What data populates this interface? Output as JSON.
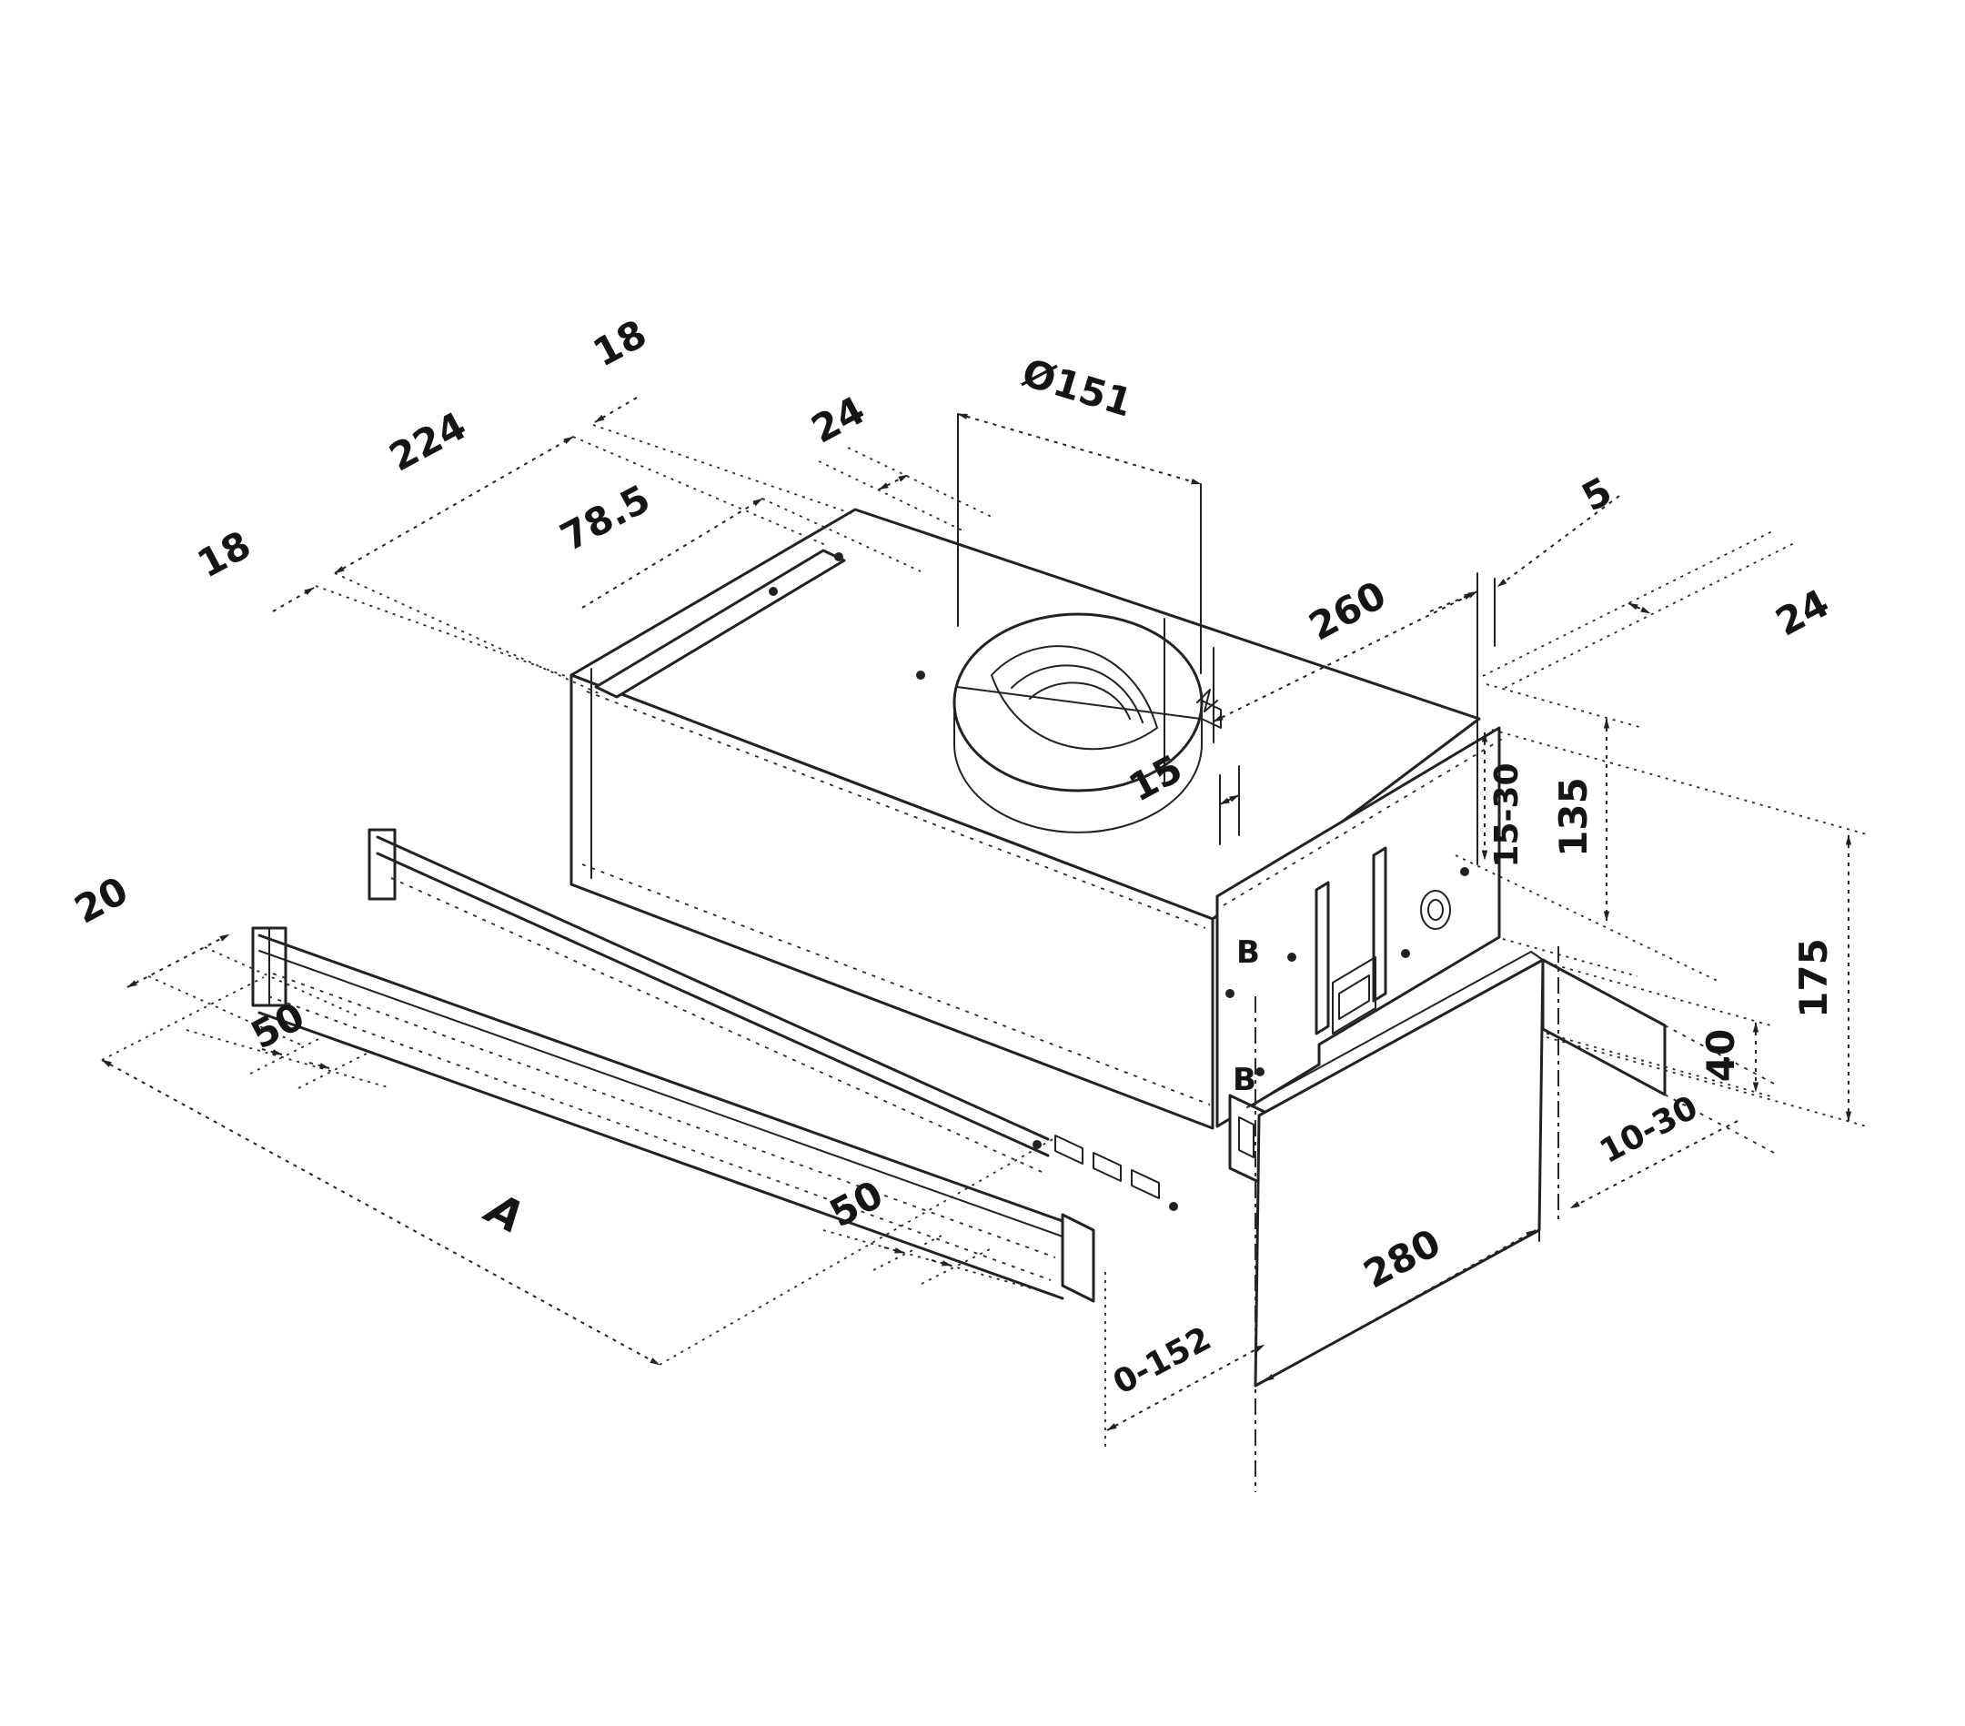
{
  "page": {
    "background_color": "#ffffff"
  },
  "drawing": {
    "subject": "Telescopic pull-out cooker hood installation dimension drawing (isometric line art)",
    "style": {
      "line_color": "#222222",
      "text_color": "#151515"
    },
    "dims": {
      "d18_top": {
        "label": "18"
      },
      "d224": {
        "label": "224"
      },
      "d18_left": {
        "label": "18"
      },
      "d78_5": {
        "label": "78.5"
      },
      "d24_top": {
        "label": "24"
      },
      "d151": {
        "label": "Ø151"
      },
      "d5": {
        "label": "5"
      },
      "d260": {
        "label": "260"
      },
      "d15": {
        "label": "15"
      },
      "d24_right": {
        "label": "24"
      },
      "d15_30": {
        "label": "15-30"
      },
      "d135": {
        "label": "135"
      },
      "d175": {
        "label": "175"
      },
      "d40": {
        "label": "40"
      },
      "d10_30": {
        "label": "10-30"
      },
      "d280": {
        "label": "280"
      },
      "d0_152": {
        "label": "0-152"
      },
      "d50_left": {
        "label": "50"
      },
      "d50_center": {
        "label": "50"
      },
      "d20": {
        "label": "20"
      },
      "dA": {
        "label": "A"
      }
    },
    "markers": {
      "b_upper": {
        "label": "B"
      },
      "b_lower": {
        "label": "B"
      }
    }
  }
}
